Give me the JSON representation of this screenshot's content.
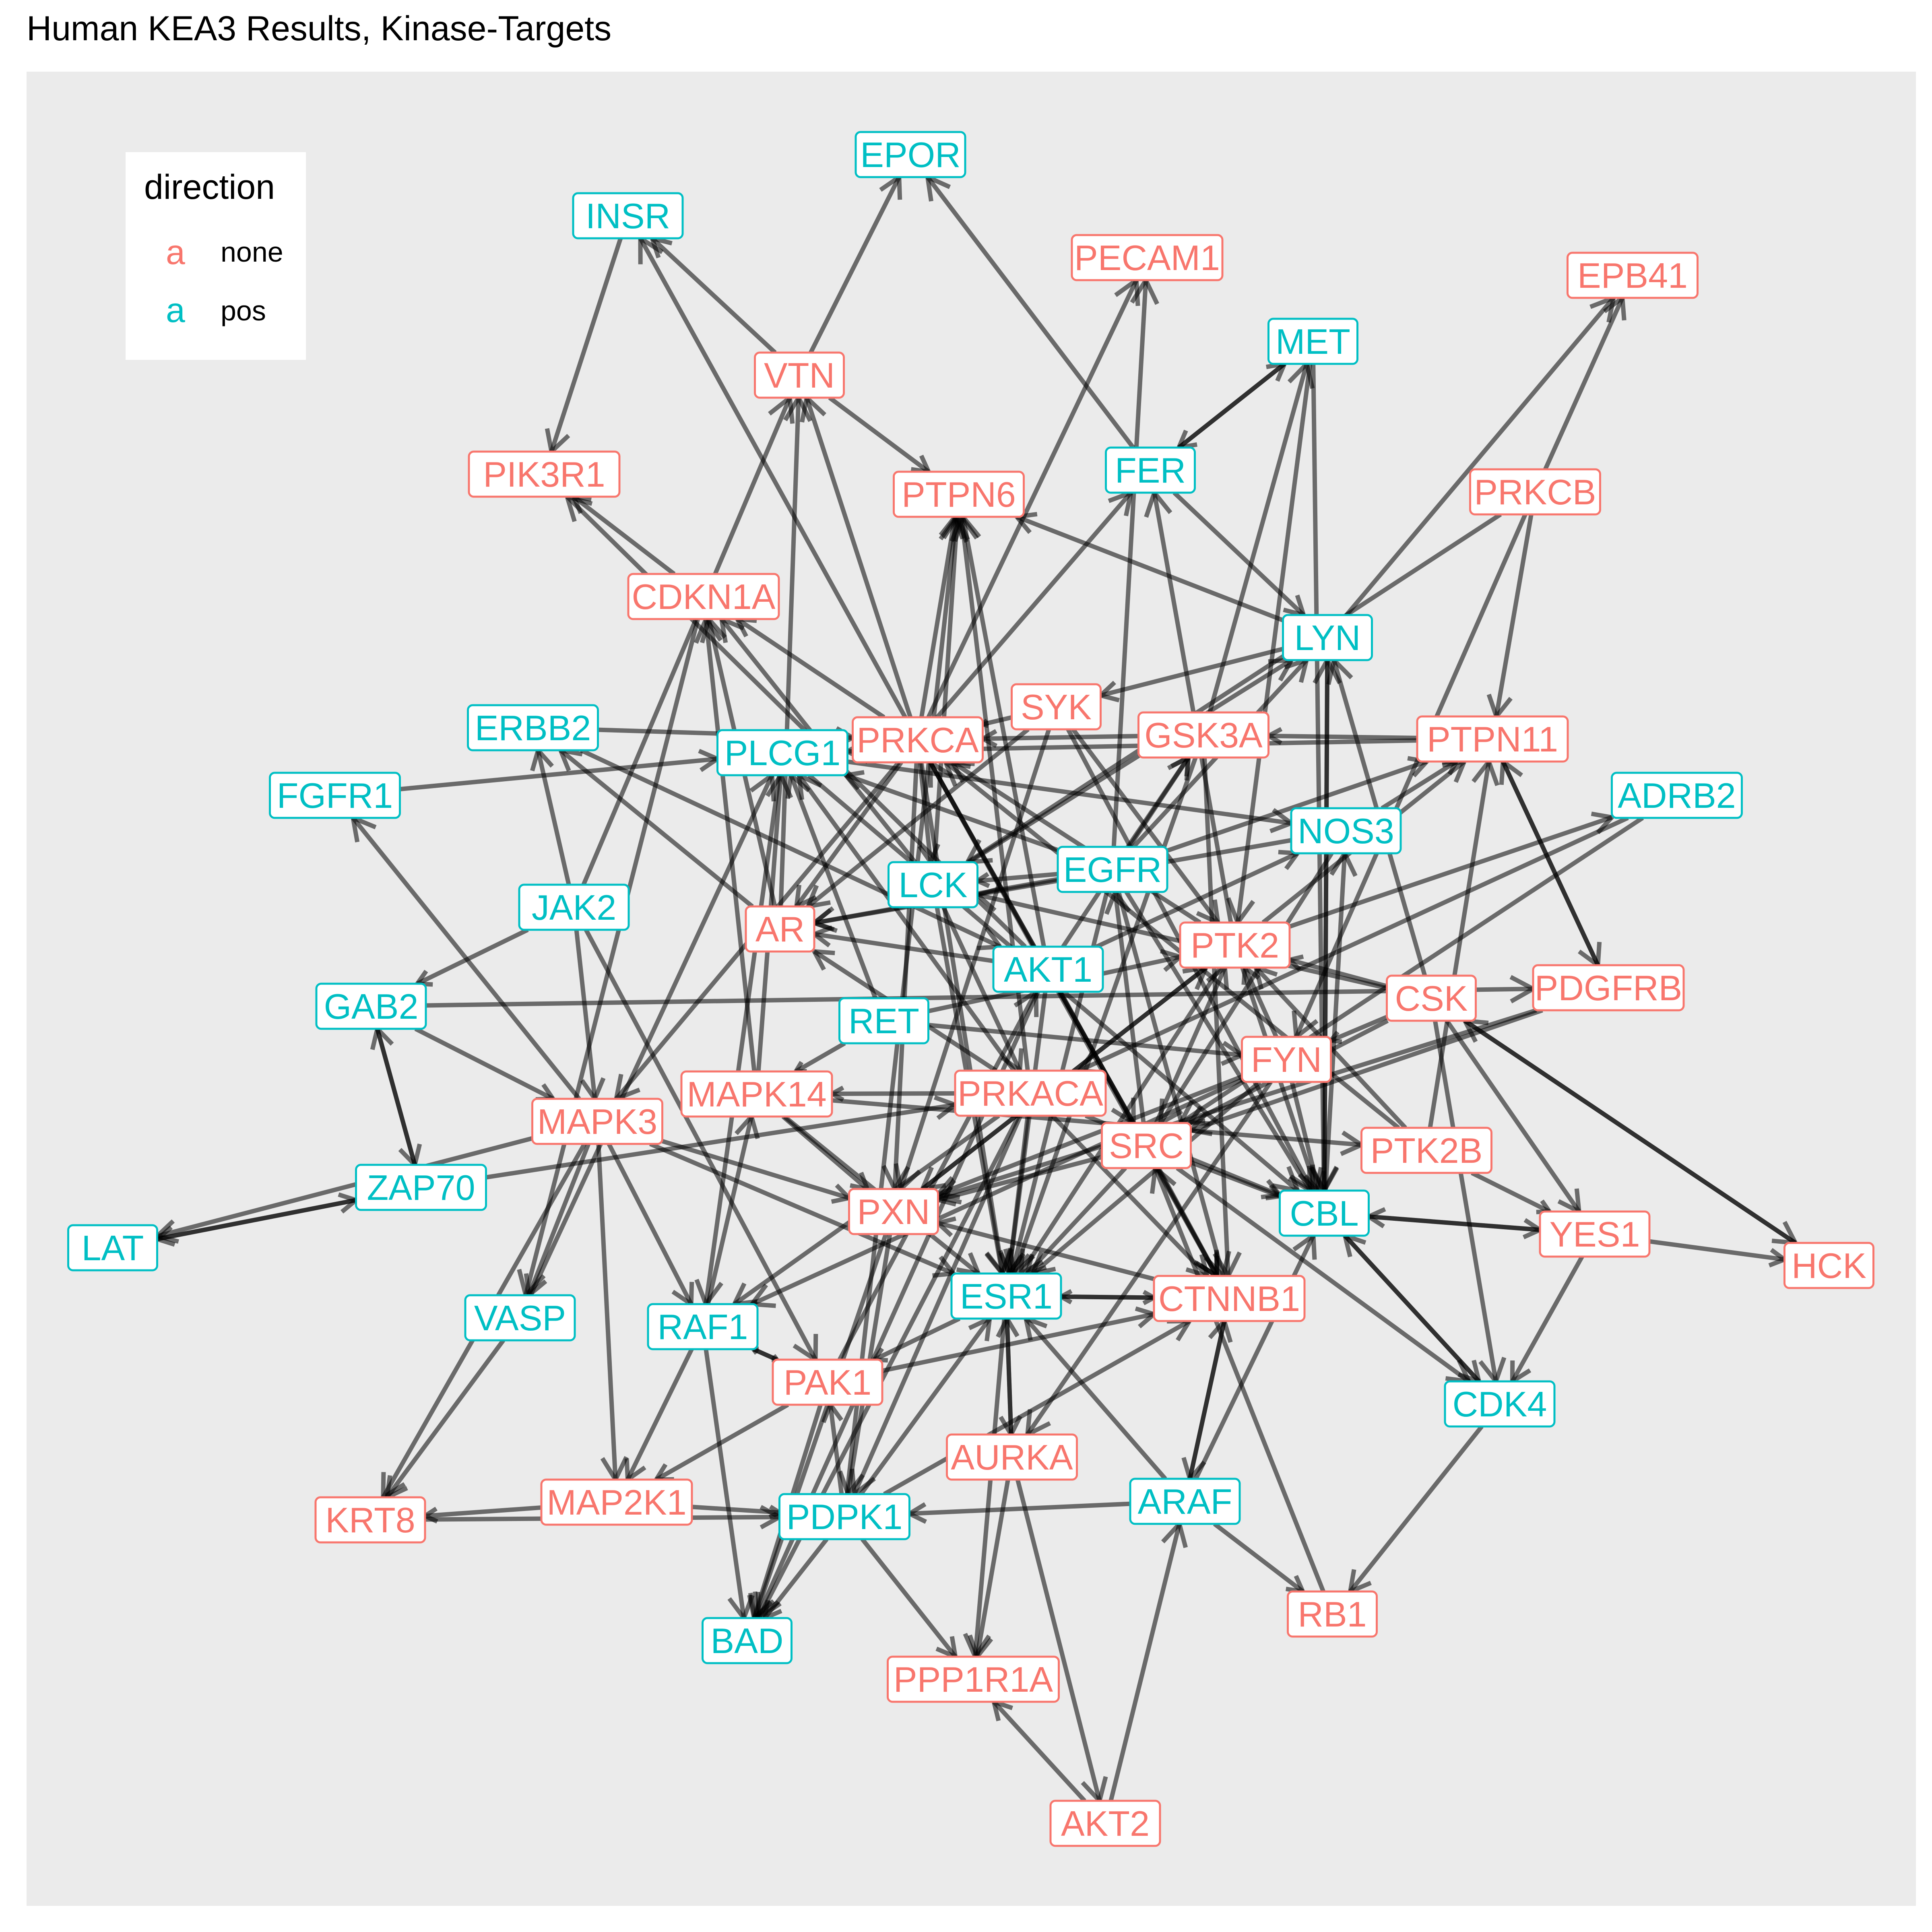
{
  "title": "Human KEA3 Results, Kinase-Targets",
  "colors": {
    "none": "#F8766D",
    "pos": "#00BFC4",
    "edge": "#000000",
    "panel": "#EBEBEB"
  },
  "legend": {
    "title": "direction",
    "items": [
      {
        "key": "a",
        "label": "none",
        "value": "none"
      },
      {
        "key": "a",
        "label": "pos",
        "value": "pos"
      }
    ]
  },
  "nodes": [
    {
      "id": "EPOR",
      "direction": "pos"
    },
    {
      "id": "INSR",
      "direction": "pos"
    },
    {
      "id": "PECAM1",
      "direction": "none"
    },
    {
      "id": "EPB41",
      "direction": "none"
    },
    {
      "id": "MET",
      "direction": "pos"
    },
    {
      "id": "VTN",
      "direction": "none"
    },
    {
      "id": "PIK3R1",
      "direction": "none"
    },
    {
      "id": "PTPN6",
      "direction": "none"
    },
    {
      "id": "FER",
      "direction": "pos"
    },
    {
      "id": "PRKCB",
      "direction": "none"
    },
    {
      "id": "CDKN1A",
      "direction": "none"
    },
    {
      "id": "LYN",
      "direction": "pos"
    },
    {
      "id": "SYK",
      "direction": "none"
    },
    {
      "id": "ERBB2",
      "direction": "pos"
    },
    {
      "id": "PRKCA",
      "direction": "none"
    },
    {
      "id": "GSK3A",
      "direction": "none"
    },
    {
      "id": "PTPN11",
      "direction": "none"
    },
    {
      "id": "PLCG1",
      "direction": "pos"
    },
    {
      "id": "FGFR1",
      "direction": "pos"
    },
    {
      "id": "ADRB2",
      "direction": "pos"
    },
    {
      "id": "NOS3",
      "direction": "pos"
    },
    {
      "id": "EGFR",
      "direction": "pos"
    },
    {
      "id": "LCK",
      "direction": "pos"
    },
    {
      "id": "JAK2",
      "direction": "pos"
    },
    {
      "id": "AR",
      "direction": "none"
    },
    {
      "id": "PTK2",
      "direction": "none"
    },
    {
      "id": "AKT1",
      "direction": "pos"
    },
    {
      "id": "GAB2",
      "direction": "pos"
    },
    {
      "id": "PDGFRB",
      "direction": "none"
    },
    {
      "id": "CSK",
      "direction": "none"
    },
    {
      "id": "RET",
      "direction": "pos"
    },
    {
      "id": "FYN",
      "direction": "none"
    },
    {
      "id": "MAPK14",
      "direction": "none"
    },
    {
      "id": "PRKACA",
      "direction": "none"
    },
    {
      "id": "MAPK3",
      "direction": "none"
    },
    {
      "id": "SRC",
      "direction": "none"
    },
    {
      "id": "PTK2B",
      "direction": "none"
    },
    {
      "id": "ZAP70",
      "direction": "pos"
    },
    {
      "id": "PXN",
      "direction": "none"
    },
    {
      "id": "CBL",
      "direction": "pos"
    },
    {
      "id": "YES1",
      "direction": "none"
    },
    {
      "id": "LAT",
      "direction": "pos"
    },
    {
      "id": "HCK",
      "direction": "none"
    },
    {
      "id": "ESR1",
      "direction": "pos"
    },
    {
      "id": "CTNNB1",
      "direction": "none"
    },
    {
      "id": "VASP",
      "direction": "pos"
    },
    {
      "id": "RAF1",
      "direction": "pos"
    },
    {
      "id": "PAK1",
      "direction": "none"
    },
    {
      "id": "CDK4",
      "direction": "pos"
    },
    {
      "id": "AURKA",
      "direction": "none"
    },
    {
      "id": "MAP2K1",
      "direction": "none"
    },
    {
      "id": "ARAF",
      "direction": "pos"
    },
    {
      "id": "PDPK1",
      "direction": "pos"
    },
    {
      "id": "KRT8",
      "direction": "none"
    },
    {
      "id": "RB1",
      "direction": "none"
    },
    {
      "id": "BAD",
      "direction": "pos"
    },
    {
      "id": "PPP1R1A",
      "direction": "none"
    },
    {
      "id": "AKT2",
      "direction": "none"
    }
  ],
  "edges": [
    [
      "INSR",
      "PIK3R1"
    ],
    [
      "VTN",
      "INSR"
    ],
    [
      "VTN",
      "EPOR"
    ],
    [
      "VTN",
      "PTPN6"
    ],
    [
      "FER",
      "EPOR"
    ],
    [
      "PRKCA",
      "INSR"
    ],
    [
      "PRKCA",
      "VTN"
    ],
    [
      "PRKCA",
      "PTPN6"
    ],
    [
      "PRKCA",
      "PECAM1"
    ],
    [
      "PRKCA",
      "FER"
    ],
    [
      "PRKCA",
      "CDKN1A"
    ],
    [
      "PRKCA",
      "AR"
    ],
    [
      "PRKCA",
      "LCK"
    ],
    [
      "PRKCA",
      "ESR1"
    ],
    [
      "PRKCA",
      "CTNNB1"
    ],
    [
      "PRKCA",
      "SRC"
    ],
    [
      "PRKCA",
      "MAPK3"
    ],
    [
      "PRKCA",
      "PXN"
    ],
    [
      "CDKN1A",
      "PIK3R1"
    ],
    [
      "CDKN1A",
      "VASP"
    ],
    [
      "AR",
      "VTN"
    ],
    [
      "AR",
      "ERBB2"
    ],
    [
      "AR",
      "CDKN1A"
    ],
    [
      "JAK2",
      "VTN"
    ],
    [
      "JAK2",
      "ERBB2"
    ],
    [
      "JAK2",
      "GAB2"
    ],
    [
      "JAK2",
      "MAPK3"
    ],
    [
      "JAK2",
      "PAK1"
    ],
    [
      "LCK",
      "PTPN6"
    ],
    [
      "LCK",
      "LYN"
    ],
    [
      "LCK",
      "CDKN1A"
    ],
    [
      "LCK",
      "ESR1"
    ],
    [
      "LCK",
      "PRKACA"
    ],
    [
      "EGFR",
      "PECAM1"
    ],
    [
      "EGFR",
      "PLCG1"
    ],
    [
      "EGFR",
      "AR"
    ],
    [
      "EGFR",
      "LCK"
    ],
    [
      "EGFR",
      "CBL"
    ],
    [
      "EGFR",
      "CTNNB1"
    ],
    [
      "EGFR",
      "ESR1"
    ],
    [
      "EGFR",
      "PTPN11"
    ],
    [
      "EGFR",
      "GSK3A"
    ],
    [
      "EGFR",
      "LYN"
    ],
    [
      "AKT1",
      "PTPN6"
    ],
    [
      "AKT1",
      "GSK3A"
    ],
    [
      "AKT1",
      "AR"
    ],
    [
      "AKT1",
      "ESR1"
    ],
    [
      "AKT1",
      "CTNNB1"
    ],
    [
      "AKT1",
      "NOS3"
    ],
    [
      "AKT1",
      "BAD"
    ],
    [
      "AKT1",
      "PIK3R1"
    ],
    [
      "PTK2",
      "FER"
    ],
    [
      "PTK2",
      "PXN"
    ],
    [
      "PTK2",
      "ESR1"
    ],
    [
      "PTK2",
      "PTPN11"
    ],
    [
      "PTK2",
      "CBL"
    ],
    [
      "PTK2",
      "ADRB2"
    ],
    [
      "PTK2",
      "PRKCA"
    ],
    [
      "FER",
      "MET"
    ],
    [
      "FER",
      "LYN"
    ],
    [
      "LYN",
      "PTPN6"
    ],
    [
      "LYN",
      "EPB41"
    ],
    [
      "LYN",
      "SYK"
    ],
    [
      "LYN",
      "CBL"
    ],
    [
      "PRKCB",
      "EPB41"
    ],
    [
      "PRKCB",
      "PTPN11"
    ],
    [
      "PRKCB",
      "FYN"
    ],
    [
      "PRKCB",
      "LCK"
    ],
    [
      "MET",
      "FER"
    ],
    [
      "MET",
      "PTK2"
    ],
    [
      "MET",
      "CBL"
    ],
    [
      "SYK",
      "PRKCA"
    ],
    [
      "SYK",
      "CBL"
    ],
    [
      "SYK",
      "AR"
    ],
    [
      "SYK",
      "PXN"
    ],
    [
      "SYK",
      "PTK2"
    ],
    [
      "GSK3A",
      "PRKCA"
    ],
    [
      "GSK3A",
      "MET"
    ],
    [
      "GSK3A",
      "CTNNB1"
    ],
    [
      "GSK3A",
      "ESR1"
    ],
    [
      "PTPN11",
      "GSK3A"
    ],
    [
      "PTPN11",
      "PLCG1"
    ],
    [
      "PTPN11",
      "PDGFRB"
    ],
    [
      "ERBB2",
      "PRKCA"
    ],
    [
      "ERBB2",
      "AKT1"
    ],
    [
      "FGFR1",
      "PLCG1"
    ],
    [
      "PLCG1",
      "NOS3"
    ],
    [
      "PLCG1",
      "RAF1"
    ],
    [
      "PLCG1",
      "CBL"
    ],
    [
      "NOS3",
      "PTPN11"
    ],
    [
      "NOS3",
      "AR"
    ],
    [
      "NOS3",
      "SRC"
    ],
    [
      "ADRB2",
      "PRKACA"
    ],
    [
      "ADRB2",
      "SRC"
    ],
    [
      "GAB2",
      "PDGFRB"
    ],
    [
      "GAB2",
      "ZAP70"
    ],
    [
      "GAB2",
      "MAPK3"
    ],
    [
      "PDGFRB",
      "PTPN11"
    ],
    [
      "PDGFRB",
      "PXN"
    ],
    [
      "PDGFRB",
      "SRC"
    ],
    [
      "CSK",
      "LCK"
    ],
    [
      "CSK",
      "YES1"
    ],
    [
      "CSK",
      "SRC"
    ],
    [
      "CSK",
      "HCK"
    ],
    [
      "CSK",
      "FYN"
    ],
    [
      "CSK",
      "PTK2"
    ],
    [
      "CSK",
      "CDK4"
    ],
    [
      "CSK",
      "LYN"
    ],
    [
      "RET",
      "PLCG1"
    ],
    [
      "RET",
      "FYN"
    ],
    [
      "RET",
      "PTK2"
    ],
    [
      "RET",
      "MAPK14"
    ],
    [
      "FYN",
      "PTK2"
    ],
    [
      "FYN",
      "PXN"
    ],
    [
      "FYN",
      "CBL"
    ],
    [
      "FYN",
      "AURKA"
    ],
    [
      "FYN",
      "RAF1"
    ],
    [
      "FYN",
      "ESR1"
    ],
    [
      "MAPK14",
      "CDKN1A"
    ],
    [
      "MAPK14",
      "PXN"
    ],
    [
      "MAPK14",
      "ESR1"
    ],
    [
      "MAPK14",
      "PTK2B"
    ],
    [
      "MAPK14",
      "PLCG1"
    ],
    [
      "PRKACA",
      "PTPN6"
    ],
    [
      "PRKACA",
      "PLCG1"
    ],
    [
      "PRKACA",
      "ESR1"
    ],
    [
      "PRKACA",
      "CTNNB1"
    ],
    [
      "PRKACA",
      "RAF1"
    ],
    [
      "PRKACA",
      "AR"
    ],
    [
      "PRKACA",
      "PDPK1"
    ],
    [
      "PRKACA",
      "BAD"
    ],
    [
      "PRKACA",
      "MAPK14"
    ],
    [
      "PRKACA",
      "CBL"
    ],
    [
      "MAPK3",
      "FGFR1"
    ],
    [
      "MAPK3",
      "LAT"
    ],
    [
      "MAPK3",
      "KRT8"
    ],
    [
      "MAPK3",
      "MAP2K1"
    ],
    [
      "MAPK3",
      "RAF1"
    ],
    [
      "MAPK3",
      "ESR1"
    ],
    [
      "MAPK3",
      "PXN"
    ],
    [
      "MAPK3",
      "VASP"
    ],
    [
      "SRC",
      "PXN"
    ],
    [
      "SRC",
      "CBL"
    ],
    [
      "SRC",
      "ESR1"
    ],
    [
      "SRC",
      "EGFR"
    ],
    [
      "SRC",
      "PTK2"
    ],
    [
      "SRC",
      "CTNNB1"
    ],
    [
      "SRC",
      "CDK4"
    ],
    [
      "SRC",
      "PRKCA"
    ],
    [
      "PTK2B",
      "PTK2"
    ],
    [
      "PTK2B",
      "YES1"
    ],
    [
      "PTK2B",
      "PRKCA"
    ],
    [
      "PTK2B",
      "PTPN11"
    ],
    [
      "ZAP70",
      "LAT"
    ],
    [
      "ZAP70",
      "GAB2"
    ],
    [
      "ZAP70",
      "PRKACA"
    ],
    [
      "PXN",
      "PTK2"
    ],
    [
      "PXN",
      "BAD"
    ],
    [
      "PXN",
      "PDPK1"
    ],
    [
      "CBL",
      "YES1"
    ],
    [
      "CBL",
      "LYN"
    ],
    [
      "CBL",
      "CDK4"
    ],
    [
      "CBL",
      "NOS3"
    ],
    [
      "YES1",
      "HCK"
    ],
    [
      "YES1",
      "CDK4"
    ],
    [
      "YES1",
      "CBL"
    ],
    [
      "ESR1",
      "AURKA"
    ],
    [
      "ESR1",
      "PPP1R1A"
    ],
    [
      "ESR1",
      "PAK1"
    ],
    [
      "ESR1",
      "CTNNB1"
    ],
    [
      "CTNNB1",
      "ARAF"
    ],
    [
      "CTNNB1",
      "PXN"
    ],
    [
      "CTNNB1",
      "ESR1"
    ],
    [
      "VASP",
      "KRT8"
    ],
    [
      "VASP",
      "PLCG1"
    ],
    [
      "RAF1",
      "BAD"
    ],
    [
      "RAF1",
      "MAP2K1"
    ],
    [
      "RAF1",
      "PAK1"
    ],
    [
      "RAF1",
      "MAPK14"
    ],
    [
      "PAK1",
      "BAD"
    ],
    [
      "PAK1",
      "RAF1"
    ],
    [
      "PAK1",
      "MAP2K1"
    ],
    [
      "PAK1",
      "CTNNB1"
    ],
    [
      "PAK1",
      "AKT1"
    ],
    [
      "AURKA",
      "AKT2"
    ],
    [
      "AURKA",
      "PPP1R1A"
    ],
    [
      "AURKA",
      "ESR1"
    ],
    [
      "MAP2K1",
      "PDPK1"
    ],
    [
      "MAP2K1",
      "KRT8"
    ],
    [
      "ARAF",
      "PDPK1"
    ],
    [
      "ARAF",
      "ESR1"
    ],
    [
      "ARAF",
      "RB1"
    ],
    [
      "ARAF",
      "CBL"
    ],
    [
      "ARAF",
      "CTNNB1"
    ],
    [
      "PDPK1",
      "BAD"
    ],
    [
      "PDPK1",
      "PPP1R1A"
    ],
    [
      "PDPK1",
      "ESR1"
    ],
    [
      "PDPK1",
      "CTNNB1"
    ],
    [
      "PDPK1",
      "PAK1"
    ],
    [
      "PDPK1",
      "PTPN6"
    ],
    [
      "CDK4",
      "RB1"
    ],
    [
      "CDK4",
      "CBL"
    ],
    [
      "AKT2",
      "ARAF"
    ],
    [
      "AKT2",
      "PPP1R1A"
    ],
    [
      "KRT8",
      "PDPK1"
    ],
    [
      "LAT",
      "ZAP70"
    ],
    [
      "HCK",
      "CSK"
    ],
    [
      "RB1",
      "SRC"
    ]
  ]
}
